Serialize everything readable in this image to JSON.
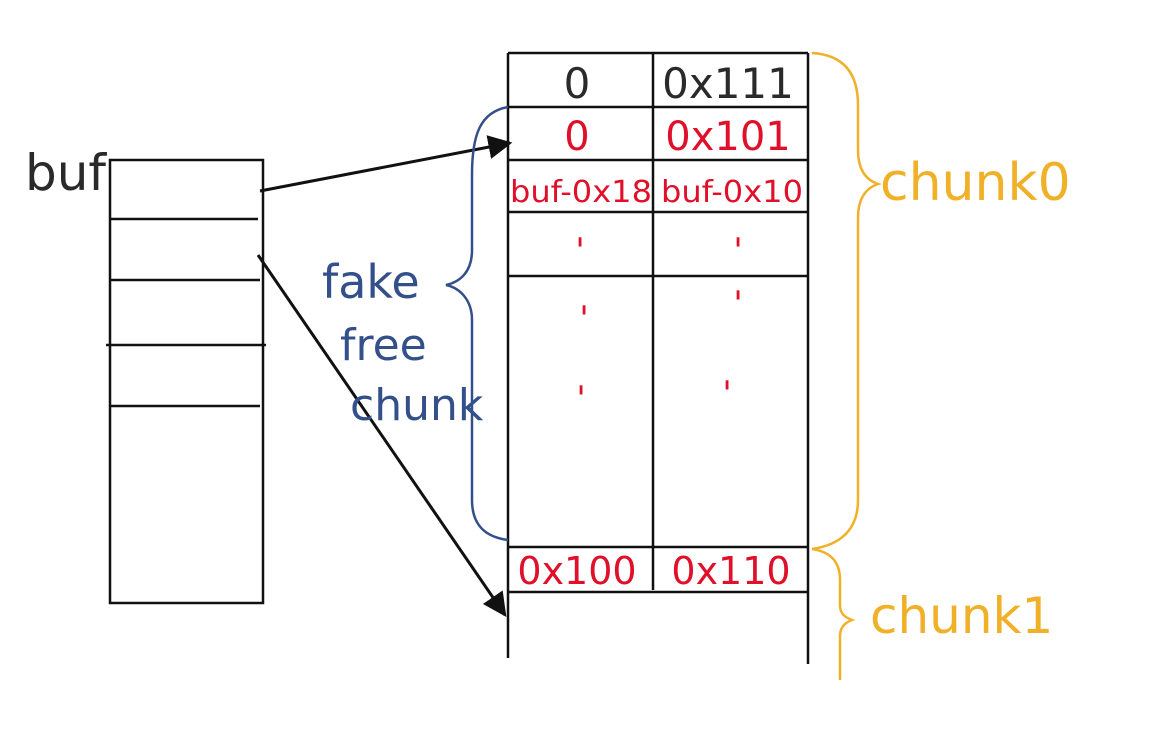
{
  "labels": {
    "buf": "buf",
    "fake": "fake",
    "free": "free",
    "chunk_word": "chunk",
    "chunk0": "chunk0",
    "chunk1": "chunk1"
  },
  "cells": {
    "header_prev": "0",
    "header_size": "0x111",
    "fake_prev": "0",
    "fake_size": "0x101",
    "fd": "buf-0x18",
    "bk": "buf-0x10",
    "chunk1_prev": "0x100",
    "chunk1_size": "0x110"
  },
  "dots": "'",
  "colors": {
    "ink": "#111111",
    "red": "#e0102a",
    "blue": "#34508a",
    "gold": "#f0b028"
  }
}
